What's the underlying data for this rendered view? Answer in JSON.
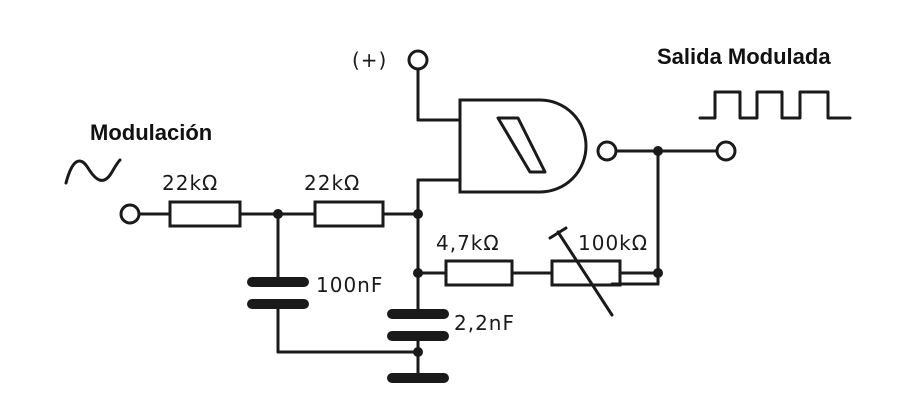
{
  "labels": {
    "input_title": "Modulación",
    "output_title": "Salida Modulada",
    "supply": "(+)",
    "r1": "22kΩ",
    "r2": "22kΩ",
    "c1": "100nF",
    "c2": "2,2nF",
    "r3": "4,7kΩ",
    "pot": "100kΩ"
  },
  "colors": {
    "ink": "#1a1a1a",
    "background": "#ffffff"
  },
  "icons": {
    "input_wave": "sine-wave-icon",
    "output_wave": "square-wave-icon",
    "gate": "schmitt-nand-gate-icon"
  }
}
